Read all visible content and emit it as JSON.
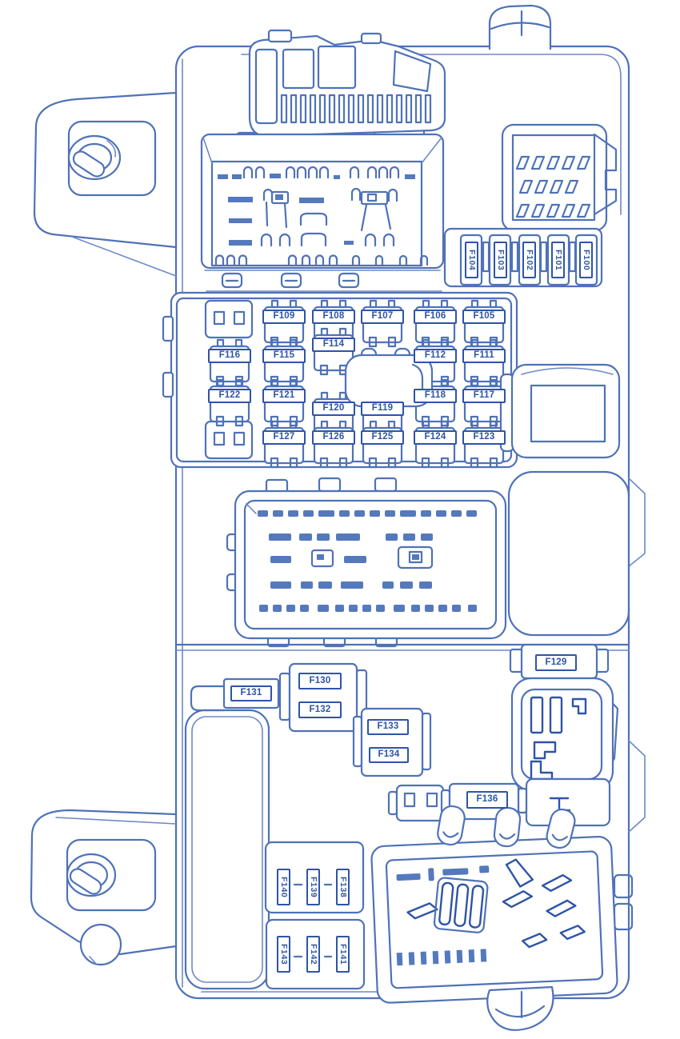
{
  "diagram": {
    "kind": "fuse-box-layout",
    "colors": {
      "line": "#4f72b8",
      "accent": "#2e54a6",
      "slot_fill": "#5479bd",
      "background": "#ffffff"
    }
  },
  "fuses": {
    "top_vertical_bank": [
      "F104",
      "F103",
      "F102",
      "F101",
      "F100"
    ],
    "grid_row1": [
      "F109",
      "F108",
      "F107",
      "F106",
      "F105"
    ],
    "grid_row2": [
      "F116",
      "F115",
      "F114",
      "F112",
      "F111"
    ],
    "grid_row3": [
      "F122",
      "F121",
      "F118",
      "F117"
    ],
    "grid_row3b": [
      "F120",
      "F119"
    ],
    "grid_row4": [
      "F127",
      "F126",
      "F125",
      "F124",
      "F123"
    ],
    "bottom_area": {
      "f129": "F129",
      "f130": "F130",
      "f131": "F131",
      "f132": "F132",
      "f133": "F133",
      "f134": "F134",
      "f136": "F136"
    },
    "bottom_left_row1": [
      "F140",
      "F139",
      "F138"
    ],
    "bottom_left_row2": [
      "F143",
      "F142",
      "F141"
    ]
  }
}
